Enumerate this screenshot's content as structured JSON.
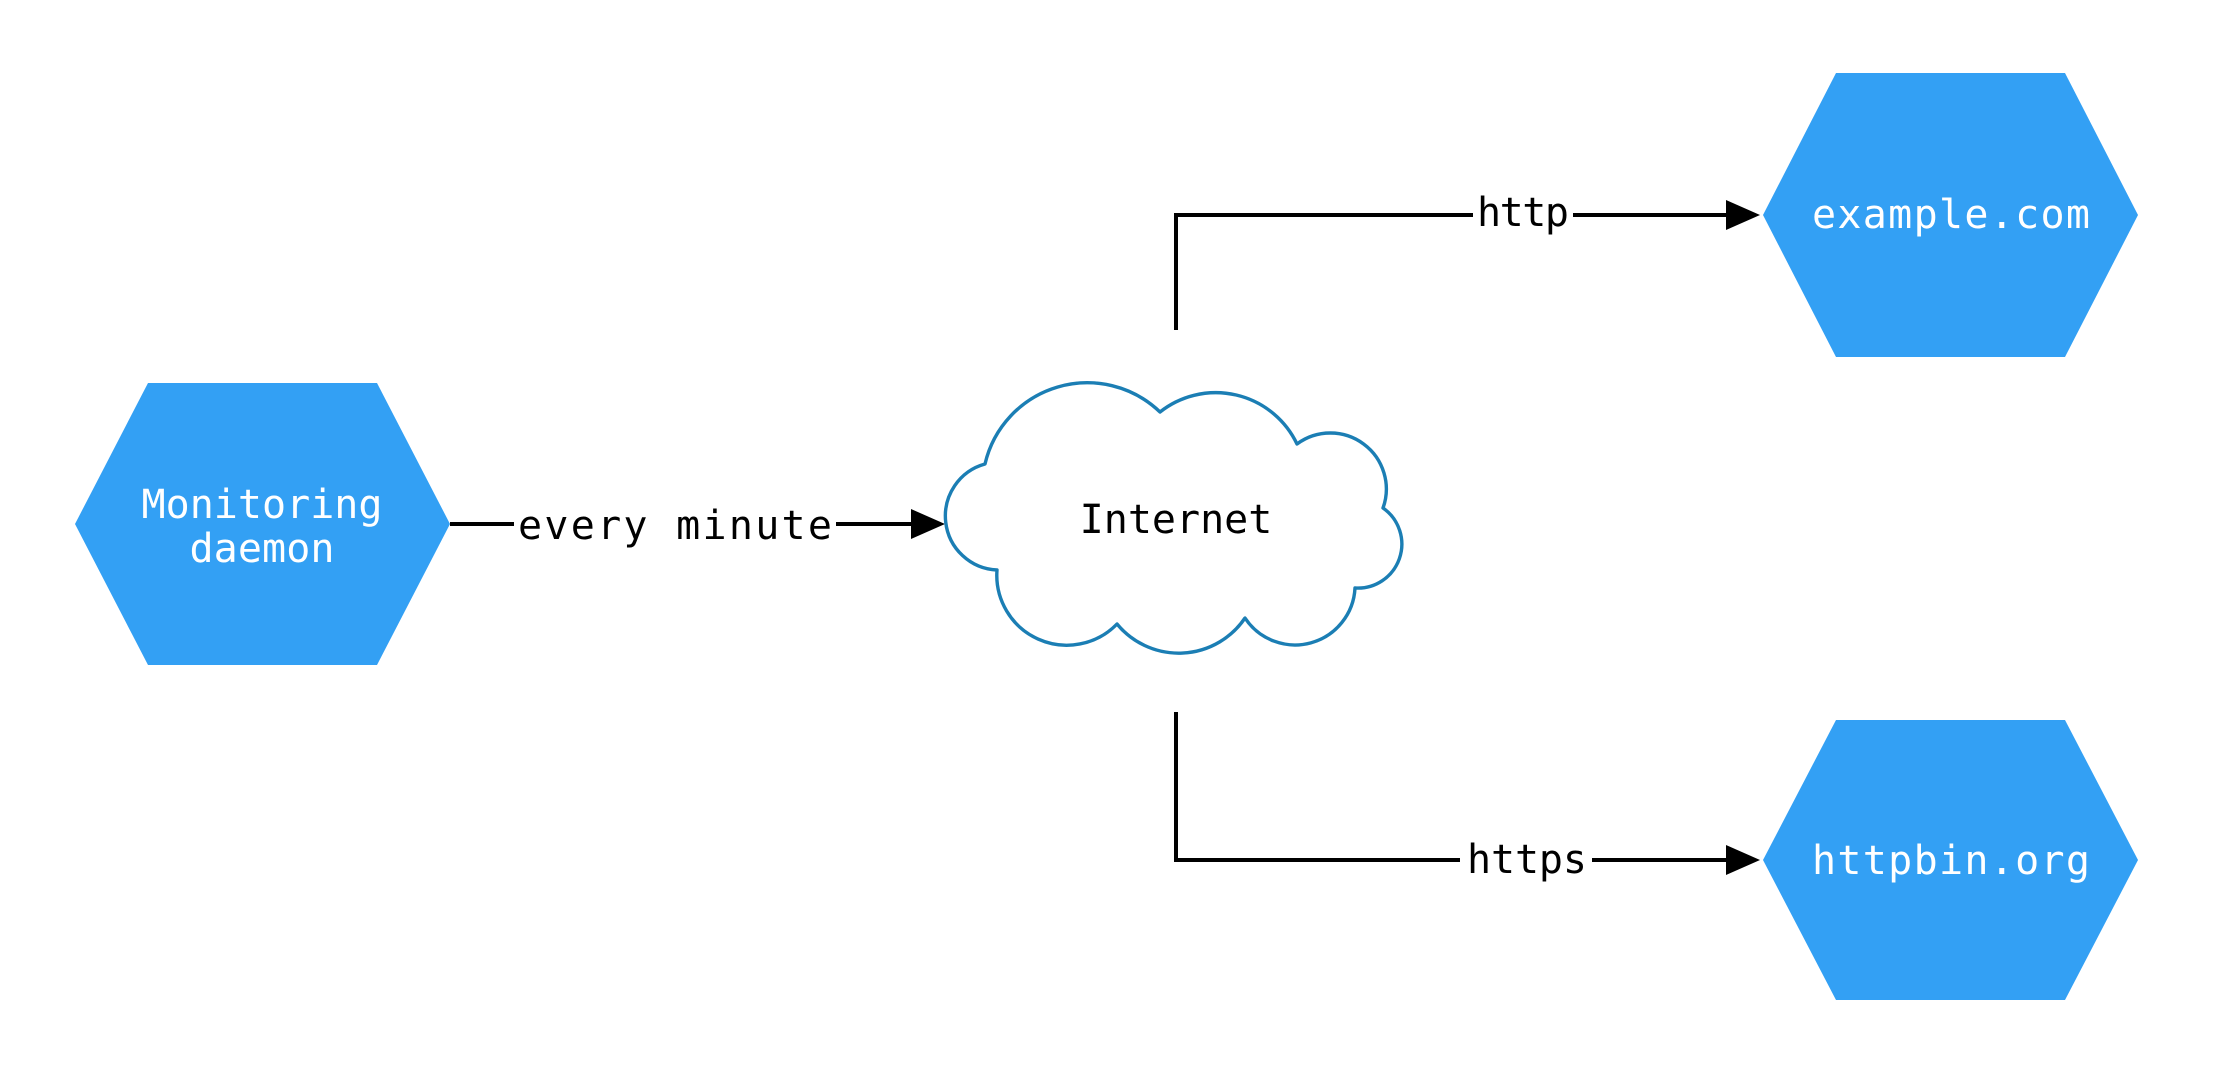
{
  "diagram": {
    "type": "network-architecture",
    "background": "#ffffff",
    "colors": {
      "node_fill": "#33a0f4",
      "node_text": "#ffffff",
      "cloud_fill": "#ffffff",
      "cloud_stroke": "#1b7eb4",
      "cloud_text": "#000000",
      "edge_line": "#000000",
      "edge_label_text": "#000000"
    },
    "nodes": [
      {
        "id": "monitoring-daemon",
        "shape": "hexagon",
        "label": "Monitoring daemon",
        "lines": [
          "Monitoring",
          "daemon"
        ]
      },
      {
        "id": "internet",
        "shape": "cloud",
        "label": "Internet"
      },
      {
        "id": "example-com",
        "shape": "hexagon",
        "label": "example.com"
      },
      {
        "id": "httpbin-org",
        "shape": "hexagon",
        "label": "httpbin.org"
      }
    ],
    "edges": [
      {
        "from": "monitoring-daemon",
        "to": "internet",
        "label": "every minute",
        "arrow": "filled-triangle"
      },
      {
        "from": "internet",
        "to": "example-com",
        "label": "http",
        "arrow": "filled-triangle"
      },
      {
        "from": "internet",
        "to": "httpbin-org",
        "label": "https",
        "arrow": "filled-triangle"
      }
    ]
  }
}
